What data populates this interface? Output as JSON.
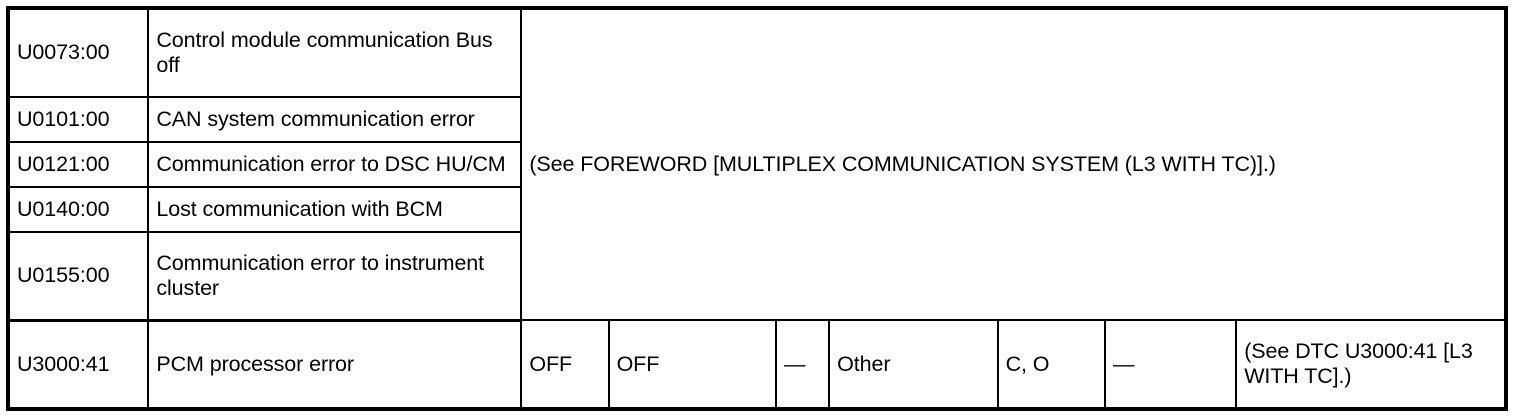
{
  "table": {
    "merged_note": "(See FOREWORD [MULTIPLEX COMMUNICATION SYSTEM (L3 WITH TC)].)",
    "rows": [
      {
        "code": "U0073:00",
        "description": "Control module communication Bus off"
      },
      {
        "code": "U0101:00",
        "description": "CAN system communication error"
      },
      {
        "code": "U0121:00",
        "description": "Communication error to DSC HU/CM"
      },
      {
        "code": "U0140:00",
        "description": "Lost communication with BCM"
      },
      {
        "code": "U0155:00",
        "description": "Communication error to instrument cluster"
      }
    ],
    "last_row": {
      "code": "U3000:41",
      "description": "PCM processor error",
      "v1": "OFF",
      "v2": "OFF",
      "v3": "—",
      "v4": "Other",
      "v5": "C, O",
      "v6": "—",
      "v7": "(See DTC U3000:41 [L3 WITH TC].)"
    }
  },
  "colors": {
    "border": "#000000",
    "background": "#ffffff",
    "text": "#000000"
  }
}
